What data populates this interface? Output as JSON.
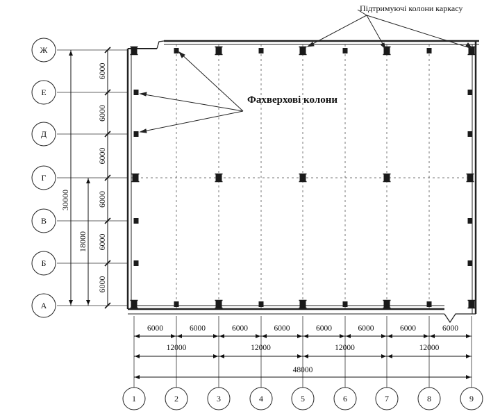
{
  "annotations": {
    "support_columns": "Підтримуючі колони каркасу",
    "wind_columns": "Фахверхові колони"
  },
  "row_axes": [
    "Ж",
    "Е",
    "Д",
    "Г",
    "В",
    "Б",
    "А"
  ],
  "col_axes": [
    "1",
    "2",
    "3",
    "4",
    "5",
    "6",
    "7",
    "8",
    "9"
  ],
  "horizontal_dims": {
    "bays_6000": [
      "6000",
      "6000",
      "6000",
      "6000",
      "6000",
      "6000",
      "6000",
      "6000"
    ],
    "bays_12000": [
      "12000",
      "12000",
      "12000",
      "12000"
    ],
    "total": "48000"
  },
  "vertical_dims": {
    "bays_6000": [
      "6000",
      "6000",
      "6000",
      "6000",
      "6000",
      "6000"
    ],
    "span_18000": "18000",
    "span_30000": "30000"
  }
}
